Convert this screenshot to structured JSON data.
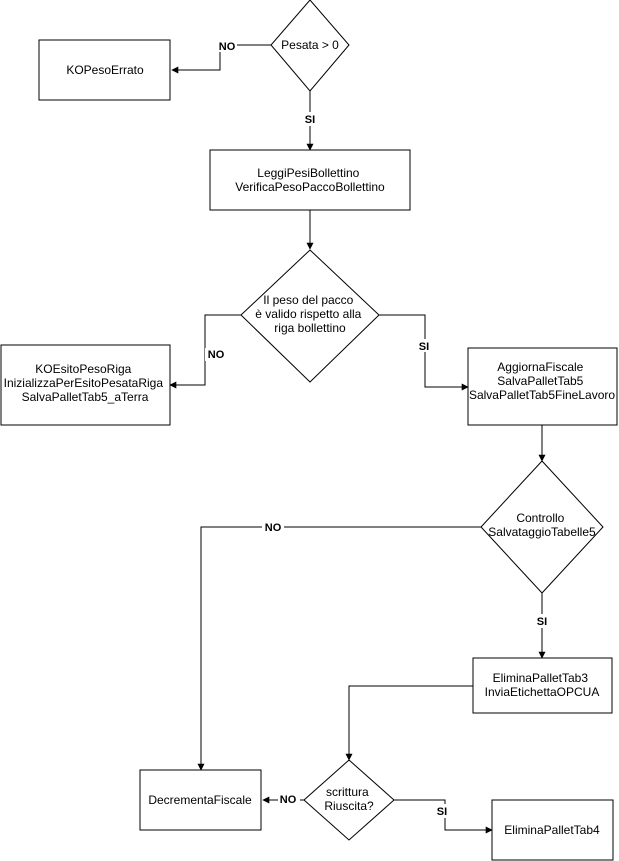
{
  "nodes": {
    "d_pesata": {
      "lines": [
        "Pesata > 0"
      ]
    },
    "ko_peso_errato": {
      "lines": [
        "KOPesoErrato"
      ]
    },
    "leggi_pesi": {
      "lines": [
        "LeggiPesiBollettino",
        "VerificaPesoPaccoBollettino"
      ]
    },
    "d_peso_valido": {
      "lines": [
        "Il peso del pacco",
        "è valido rispetto alla",
        "riga bollettino"
      ]
    },
    "ko_esito": {
      "lines": [
        "KOEsitoPesoRiga",
        "InizializzaPerEsitoPesataRiga",
        "SalvaPalletTab5_aTerra"
      ]
    },
    "aggiorna_fiscale": {
      "lines": [
        "AggiornaFiscale",
        "SalvaPalletTab5",
        "SalvaPalletTab5FineLavoro"
      ]
    },
    "d_controllo": {
      "lines": [
        "Controllo",
        "SalvataggioTabelle5"
      ]
    },
    "elimina_tab3": {
      "lines": [
        "EliminaPalletTab3",
        "InviaEtichettaOPCUA"
      ]
    },
    "d_scrittura": {
      "lines": [
        "scrittura",
        "Riuscita?"
      ]
    },
    "decrementa": {
      "lines": [
        "DecrementaFiscale"
      ]
    },
    "elimina_tab4": {
      "lines": [
        "EliminaPalletTab4"
      ]
    }
  },
  "edge_labels": {
    "pesata_no": "NO",
    "pesata_si": "SI",
    "valido_no": "NO",
    "valido_si": "SI",
    "controllo_no": "NO",
    "controllo_si": "SI",
    "scrittura_no": "NO",
    "scrittura_si": "SI"
  }
}
